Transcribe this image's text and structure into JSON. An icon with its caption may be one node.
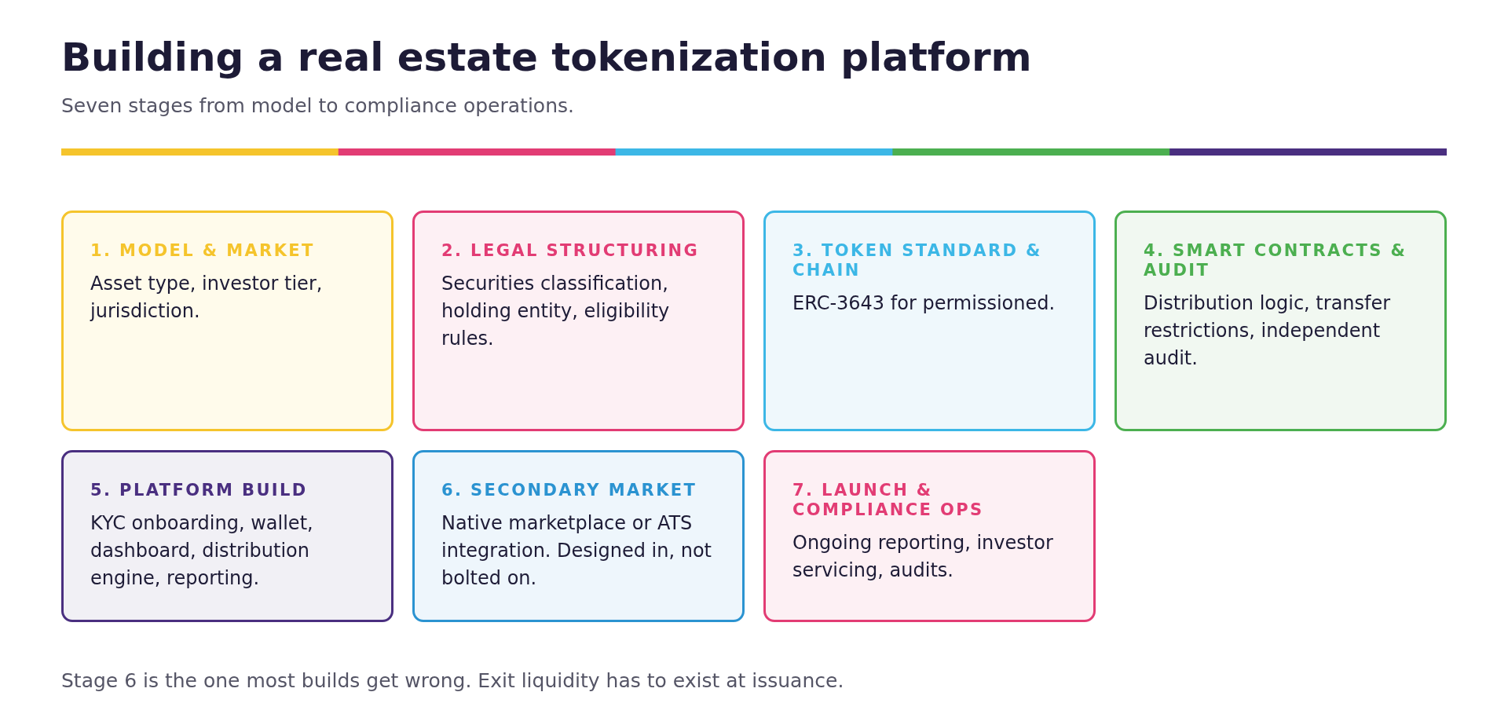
{
  "diagram": {
    "title": "Building a real estate tokenization platform",
    "nodes": [
      {
        "text": [
          "1. MODEL & MARKET",
          "Asset type, investor tier, jurisdiction."
        ]
      },
      {
        "text": [
          "2. LEGAL STRUCTURING",
          "Securities classification, holding entity, eligibility rules."
        ]
      },
      {
        "text": [
          "3. TOKEN STANDARD & CHAIN",
          "ERC-3643 for permissioned."
        ]
      },
      {
        "text": [
          "4. SMART CONTRACTS & AUDIT",
          "Distribution logic, transfer restrictions, independent audit."
        ]
      },
      {
        "text": [
          "5. PLATFORM BUILD",
          "KYC onboarding, wallet, dashboard, distribution engine, reporting."
        ]
      },
      {
        "text": [
          "6. SECONDARY MARKET",
          "Native marketplace or ATS integration. Designed in, not bolted on."
        ]
      },
      {
        "text": [
          "7. LAUNCH & COMPLIANCE OPS",
          "Ongoing reporting, investor servicing, audits."
        ]
      }
    ],
    "labels": [
      "Seven stages from model to compliance operations.",
      "Stage 6 is the one most builds get wrong. Exit liquidity has to exist at issuance."
    ]
  }
}
